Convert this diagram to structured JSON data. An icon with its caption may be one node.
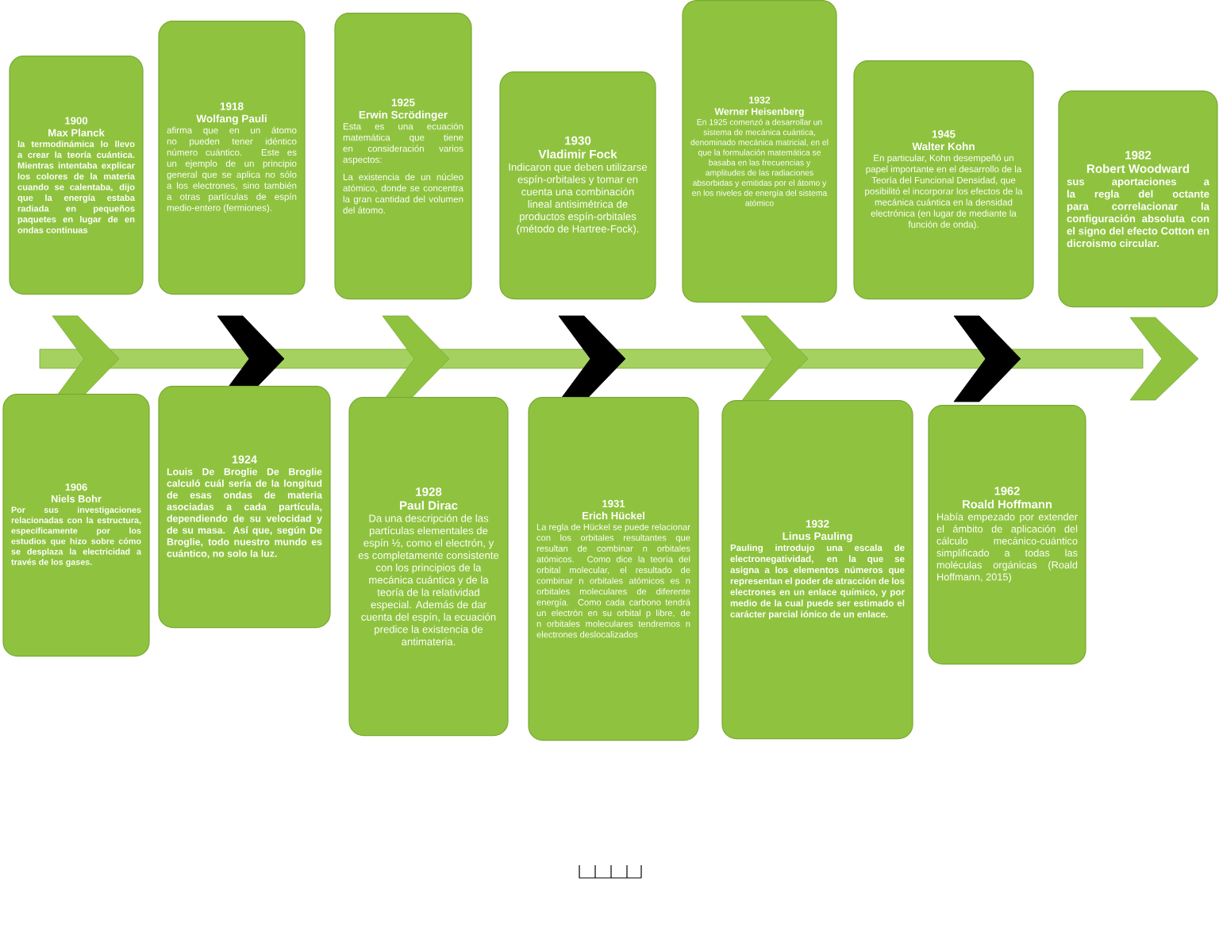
{
  "diagram": {
    "nodes": [
      {
        "text": [
          "1900",
          "Max Planck",
          "la termodinámica lo llevo a crear la teoría cuántica. Mientras intentaba explicar los colores de la materia cuando se calentaba, dijo que la energía estaba radiada en pequeños paquetes en lugar de en ondas continuas"
        ]
      },
      {
        "text": [
          "1918",
          "Wolfang Pauli",
          "afirma que en un átomo no pueden tener idéntico número cuántico. Este es un ejemplo de un principio general que se aplica no sólo a los electrones, sino también a otras partículas de espín medio-entero (fermiones)."
        ]
      },
      {
        "text": [
          "1925",
          "Erwin Scrödinger",
          "Esta es una ecuación matemática que tiene en consideración varios aspectos:",
          "La existencia de un núcleo atómico, donde se concentra la gran cantidad del volumen del átomo."
        ]
      },
      {
        "text": [
          "1930",
          "Vladimir Fock",
          "Indicaron que deben utilizarse espín-orbitales y tomar en cuenta una combinación lineal antisimétrica de productos espín-orbitales (método de Hartree-Fock)."
        ]
      },
      {
        "text": [
          "1932",
          "Werner Heisenberg",
          "En 1925 comenzó a desarrollar un sistema de mecánica cuántica, denominado mecánica matricial, en el que la formulación matemática se basaba en las frecuencias y amplitudes de las radiaciones absorbidas y emitidas por el átomo y en los niveles de energía del sistema atómico"
        ]
      },
      {
        "text": [
          "1945",
          "Walter Kohn",
          "En particular, Kohn desempeñó un papel importante en el desarrollo de la Teoría del Funcional Densidad, que posibilitó el incorporar los efectos de la mecánica cuántica en la densidad electrónica (en lugar de mediante la función de onda)."
        ]
      },
      {
        "text": [
          "1982",
          "Robert Woodward",
          "sus aportaciones a la regla del octante para correlacionar la configuración absoluta con el signo del efecto Cotton en dicroismo circular."
        ]
      },
      {
        "text": [
          "1906",
          "Niels Bohr",
          "Por sus investigaciones relacionadas con la estructura, específicamente por los estudios que hizo sobre cómo se desplaza la electricidad a través de los gases."
        ]
      },
      {
        "text": [
          "1924",
          "Louis De Broglie De Broglie calculó cuál sería de la longitud de esas ondas de materia asociadas a cada partícula, dependiendo de su velocidad y de su masa. Así que, según De Broglie, todo nuestro mundo es cuántico, no solo la luz."
        ]
      },
      {
        "text": [
          "1928",
          "Paul Dirac",
          "Da una descripción de las partículas elementales de espín ½, como el electrón, y es completamente consistente con los principios de la mecánica cuántica y de la teoría de la relatividad especial. Además de dar cuenta del espín, la ecuación predice la existencia de antimateria."
        ]
      },
      {
        "text": [
          "1931",
          "Erich Hückel",
          "La regla de Hückel se puede relacionar con los orbitales resultantes que resultan de combinar n orbitales atómicos. Como dice la teoría del orbital molecular, el resultado de combinar n orbitales atómicos es n orbitales moleculares de diferente energía. Como cada carbono tendrá un electrón en su orbital p libre, de n orbitales moleculares tendremos n electrones deslocalizados"
        ]
      },
      {
        "text": [
          "1932",
          "Linus Pauling",
          "Pauling introdujo una escala de electronegatividad, en la que se asigna a los elementos números que representan el poder de atracción de los electrones en un enlace químico, y por medio de la cual puede ser estimado el carácter parcial iónico de un enlace."
        ]
      },
      {
        "text": [
          "1962",
          "Roald Hoffmann",
          "Había empezado por extender el ámbito de aplicación del cálculo mecánico-cuántico simplificado a todas las moléculas orgánicas (Roald Hoffmann, 2015)"
        ]
      }
    ]
  }
}
